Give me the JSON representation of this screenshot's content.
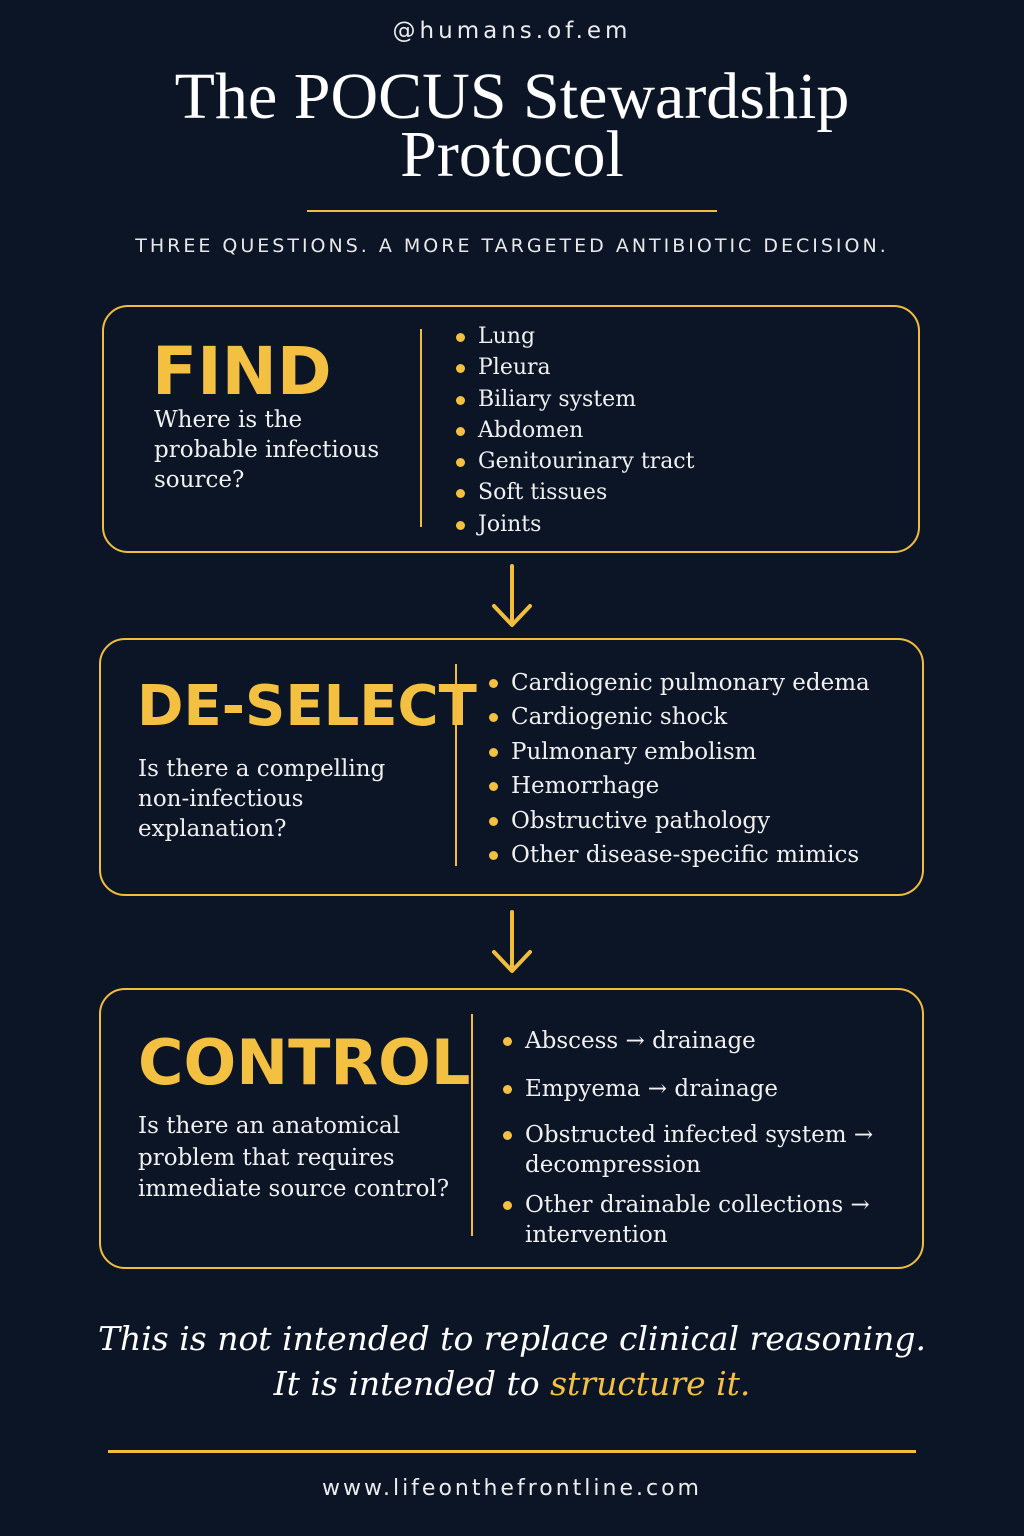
{
  "handle": "@humans.of.em",
  "title_line1": "The POCUS Stewardship",
  "title_line2": "Protocol",
  "subtitle": "THREE QUESTIONS. A MORE TARGETED ANTIBIOTIC DECISION.",
  "steps": [
    {
      "heading": "FIND",
      "question": "Where is the probable infectious source?",
      "items": [
        "Lung",
        "Pleura",
        "Biliary system",
        "Abdomen",
        "Genitourinary tract",
        "Soft tissues",
        "Joints"
      ]
    },
    {
      "heading": "DE-SELECT",
      "question": "Is there a compelling non-infectious explanation?",
      "items": [
        "Cardiogenic pulmonary edema",
        "Cardiogenic shock",
        "Pulmonary embolism",
        "Hemorrhage",
        "Obstructive pathology",
        "Other disease-specific mimics"
      ]
    },
    {
      "heading": "CONTROL",
      "question": "Is there an anatomical problem that requires immediate source control?",
      "items": [
        "Abscess → drainage",
        "Empyema → drainage",
        "Obstructed infected system → decompression",
        "Other drainable collections → intervention"
      ]
    }
  ],
  "footnote_line1": "This is not intended to replace clinical reasoning.",
  "footnote_line2_prefix": "It is intended to ",
  "footnote_line2_accent": "structure it.",
  "url": "www.lifeonthefrontline.com",
  "colors": {
    "background": "#0c1526",
    "accent": "#f4c042",
    "text": "#f0f0f0"
  },
  "icons": {
    "step_arrow": "arrow-down-icon",
    "bullet": "bullet-dot-icon"
  }
}
